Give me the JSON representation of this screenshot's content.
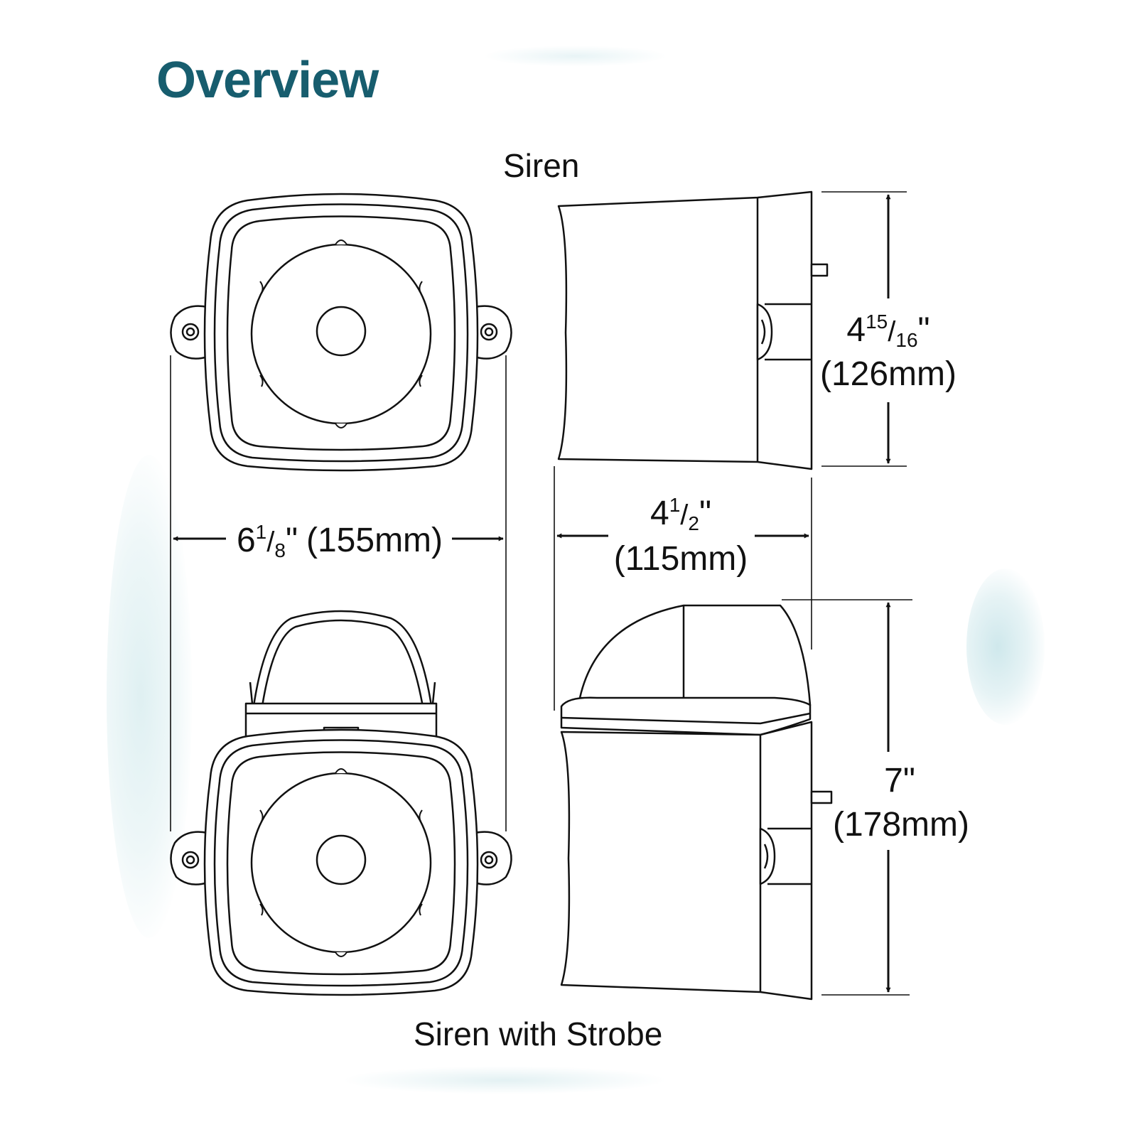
{
  "title": "Overview",
  "captions": {
    "top": "Siren",
    "bottom": "Siren with Strobe"
  },
  "dimensions": {
    "width": {
      "whole": "6",
      "num": "1",
      "slash": "/",
      "den": "8",
      "unit": "\"",
      "metric": "(155mm)"
    },
    "depth": {
      "whole": "4",
      "num": "1",
      "slash": "/",
      "den": "2",
      "unit": "\"",
      "metric": "(115mm)"
    },
    "siren_height": {
      "whole": "4",
      "num": "15",
      "slash": "/",
      "den": "16",
      "unit": "\"",
      "metric": "(126mm)"
    },
    "strobe_height": {
      "whole": "7",
      "unit": "\"",
      "metric": "(178mm)"
    }
  },
  "colors": {
    "title": "#175d6e",
    "line": "#111111",
    "glow": "#dff0f2"
  }
}
